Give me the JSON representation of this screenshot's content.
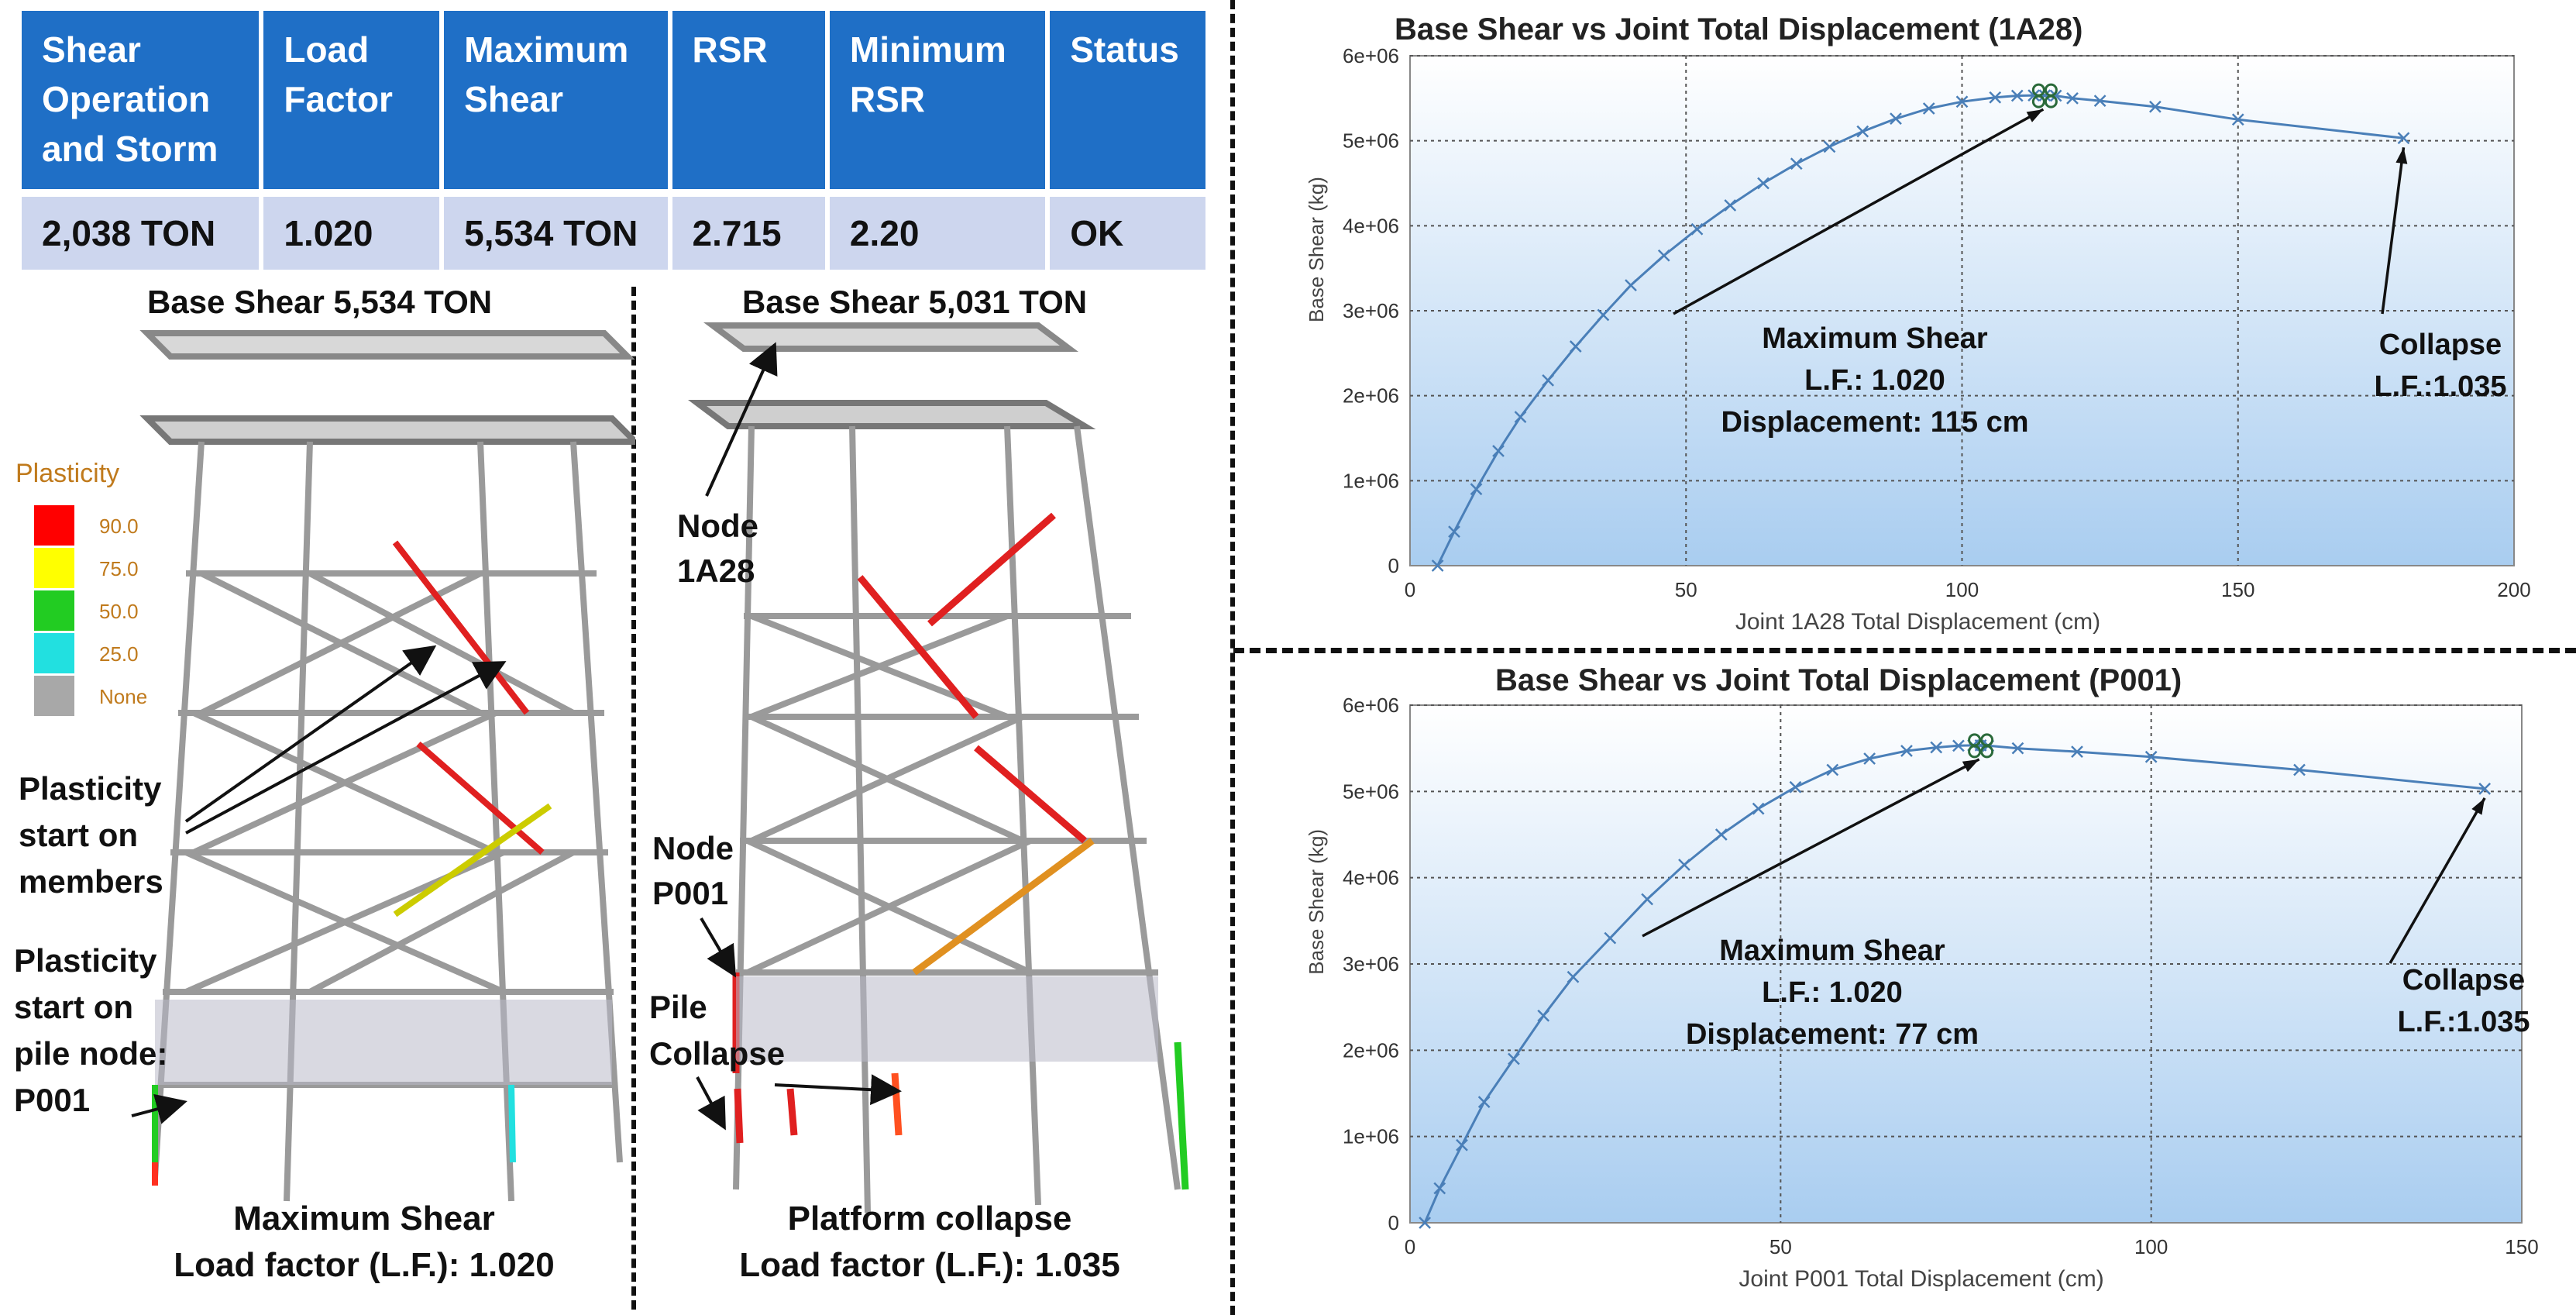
{
  "table": {
    "headers": [
      "Shear Operation and Storm",
      "Load Factor",
      "Maximum Shear",
      "RSR",
      "Minimum RSR",
      "Status"
    ],
    "header_lines": [
      [
        "Shear",
        "Operation",
        "and Storm"
      ],
      [
        "Load",
        "Factor"
      ],
      [
        "Maximum",
        "Shear"
      ],
      [
        "RSR"
      ],
      [
        "Minimum",
        "RSR"
      ],
      [
        "Status"
      ]
    ],
    "row": [
      "2,038 TON",
      "1.020",
      "5,534 TON",
      "2.715",
      "2.20",
      "OK"
    ]
  },
  "left_model": {
    "title": "Base Shear 5,534 TON",
    "caption_line1": "Maximum Shear",
    "caption_line2": "Load factor (L.F.): 1.020",
    "annotation_members": [
      "Plasticity",
      "start on",
      "members"
    ],
    "annotation_pile": [
      "Plasticity",
      "start on",
      "pile node:",
      "P001"
    ]
  },
  "right_model": {
    "title": "Base Shear 5,031 TON",
    "caption_line1": "Platform collapse",
    "caption_line2": "Load factor (L.F.): 1.035",
    "node_1a28": [
      "Node",
      "1A28"
    ],
    "node_p001": [
      "Node",
      "P001"
    ],
    "pile_collapse": [
      "Pile",
      "Collapse"
    ]
  },
  "legend": {
    "title": "Plasticity",
    "items": [
      {
        "label": "90.0",
        "color": "#ff0000"
      },
      {
        "label": "75.0",
        "color": "#ffff00"
      },
      {
        "label": "50.0",
        "color": "#22cc22"
      },
      {
        "label": "25.0",
        "color": "#22e0e0"
      },
      {
        "label": "None",
        "color": "#a8a8a8"
      }
    ]
  },
  "colors": {
    "header_blue": "#1f6fc6",
    "row_fill": "#cdd6ee",
    "curve": "#4a7fb8",
    "plot_top": "#ffffff",
    "plot_bottom": "#a9cdf0"
  },
  "chart_data": [
    {
      "type": "line",
      "title": "Base Shear vs Joint Total Displacement (1A28)",
      "xlabel": "Joint 1A28 Total Displacement    (cm)",
      "ylabel": "Base Shear    (kg)",
      "xlim": [
        0,
        200
      ],
      "ylim": [
        0,
        6000000
      ],
      "x_ticks": [
        0,
        50,
        100,
        150,
        200
      ],
      "y_ticks": [
        0,
        1000000,
        2000000,
        3000000,
        4000000,
        5000000,
        6000000
      ],
      "y_tick_labels": [
        "0",
        "1e+06",
        "2e+06",
        "3e+06",
        "4e+06",
        "5e+06",
        "6e+06"
      ],
      "grid": true,
      "series": [
        {
          "x": [
            5,
            8,
            12,
            16,
            20,
            25,
            30,
            35,
            40,
            46,
            52,
            58,
            64,
            70,
            76,
            82,
            88,
            94,
            100,
            106,
            110,
            113,
            115,
            117,
            120,
            125,
            135,
            150,
            180
          ],
          "y": [
            0,
            400000,
            900000,
            1350000,
            1750000,
            2180000,
            2580000,
            2950000,
            3300000,
            3650000,
            3960000,
            4240000,
            4500000,
            4730000,
            4930000,
            5110000,
            5260000,
            5380000,
            5460000,
            5510000,
            5530000,
            5534000,
            5534000,
            5530000,
            5500000,
            5470000,
            5400000,
            5250000,
            5031000
          ]
        }
      ],
      "annotations": [
        {
          "lines": [
            "Maximum Shear",
            "L.F.: 1.020",
            "Displacement: 115 cm"
          ],
          "x": 115,
          "y": 5534000
        },
        {
          "lines": [
            "Collapse",
            "L.F.:1.035"
          ],
          "x": 180,
          "y": 5031000
        }
      ]
    },
    {
      "type": "line",
      "title": "Base Shear vs Joint Total Displacement (P001)",
      "xlabel": "Joint P001 Total Displacement    (cm)",
      "ylabel": "Base Shear    (kg)",
      "xlim": [
        0,
        150
      ],
      "ylim": [
        0,
        6000000
      ],
      "x_ticks": [
        0,
        50,
        100,
        150
      ],
      "y_ticks": [
        0,
        1000000,
        2000000,
        3000000,
        4000000,
        5000000,
        6000000
      ],
      "y_tick_labels": [
        "0",
        "1e+06",
        "2e+06",
        "3e+06",
        "4e+06",
        "5e+06",
        "6e+06"
      ],
      "grid": true,
      "series": [
        {
          "x": [
            2,
            4,
            7,
            10,
            14,
            18,
            22,
            27,
            32,
            37,
            42,
            47,
            52,
            57,
            62,
            67,
            71,
            74,
            76,
            77,
            78,
            82,
            90,
            100,
            120,
            145
          ],
          "y": [
            0,
            400000,
            900000,
            1400000,
            1900000,
            2400000,
            2850000,
            3300000,
            3750000,
            4150000,
            4500000,
            4800000,
            5050000,
            5250000,
            5380000,
            5470000,
            5510000,
            5530000,
            5534000,
            5534000,
            5530000,
            5500000,
            5460000,
            5400000,
            5250000,
            5031000
          ]
        }
      ],
      "annotations": [
        {
          "lines": [
            "Maximum Shear",
            "L.F.: 1.020",
            "Displacement: 77 cm"
          ],
          "x": 77,
          "y": 5534000
        },
        {
          "lines": [
            "Collapse",
            "L.F.:1.035"
          ],
          "x": 145,
          "y": 5031000
        }
      ]
    }
  ]
}
